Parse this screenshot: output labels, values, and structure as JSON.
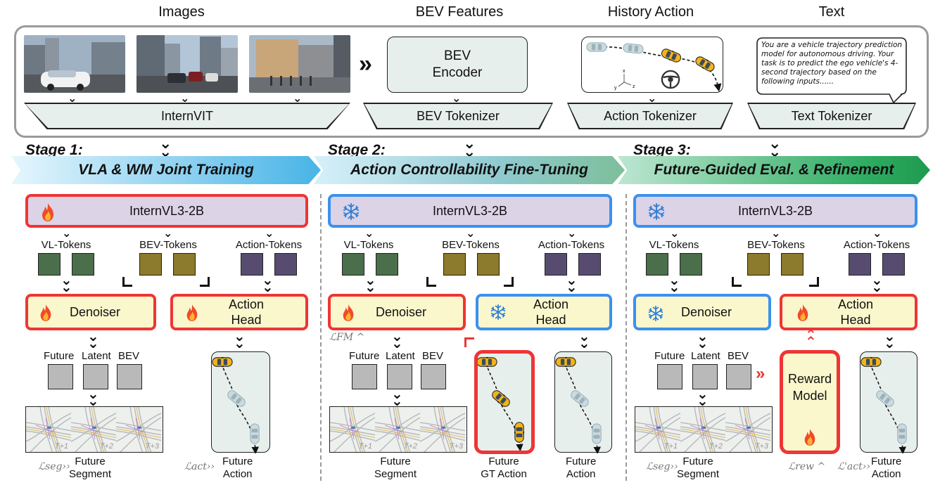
{
  "headers": {
    "images": "Images",
    "bev": "BEV Features",
    "history": "History Action",
    "text": "Text"
  },
  "top": {
    "internvit": "InternVIT",
    "bev_encoder_1": "BEV",
    "bev_encoder_2": "Encoder",
    "bev_tokenizer": "BEV Tokenizer",
    "action_tokenizer": "Action Tokenizer",
    "text_tokenizer": "Text Tokenizer",
    "prompt": "You are a vehicle trajectory prediction model for autonomous driving. Your task is to predict the ego vehicle's 4-second trajectory based on the following inputs......",
    "axis_x": "x",
    "axis_y": "y",
    "axis_z": "z",
    "arrow": "»"
  },
  "stages": [
    {
      "label": "Stage 1:",
      "title": "VLA & WM Joint Training",
      "vlm": "InternVL3-2B",
      "tokens": [
        "VL-Tokens",
        "BEV-Tokens",
        "Action-Tokens"
      ],
      "denoiser": "Denoiser",
      "head_1": "Action",
      "head_2": "Head",
      "latent": [
        "Future",
        "Latent",
        "BEV"
      ],
      "frames": [
        "T+1",
        "T+2",
        "T+3"
      ],
      "seg_loss": "ℒseg",
      "seg_1": "Future",
      "seg_2": "Segment",
      "act_loss": "ℒact",
      "act_1": "Future",
      "act_2": "Action",
      "vlm_state": "train",
      "denoiser_state": "train",
      "head_state": "train"
    },
    {
      "label": "Stage 2:",
      "title": "Action Controllability Fine-Tuning",
      "vlm": "InternVL3-2B",
      "tokens": [
        "VL-Tokens",
        "BEV-Tokens",
        "Action-Tokens"
      ],
      "denoiser": "Denoiser",
      "head_1": "Action",
      "head_2": "Head",
      "latent": [
        "Future",
        "Latent",
        "BEV"
      ],
      "frames": [
        "T+1",
        "T+2",
        "T+3"
      ],
      "fm_loss": "ℒFM",
      "seg_1": "Future",
      "seg_2": "Segment",
      "gt_1": "Future",
      "gt_2": "GT Action",
      "act_1": "Future",
      "act_2": "Action",
      "vlm_state": "frozen",
      "denoiser_state": "train",
      "head_state": "frozen"
    },
    {
      "label": "Stage 3:",
      "title": "Future-Guided Eval. & Refinement",
      "vlm": "InternVL3-2B",
      "tokens": [
        "VL-Tokens",
        "BEV-Tokens",
        "Action-Tokens"
      ],
      "denoiser": "Denoiser",
      "head_1": "Action",
      "head_2": "Head",
      "latent": [
        "Future",
        "Latent",
        "BEV"
      ],
      "frames": [
        "T+1",
        "T+2",
        "T+3"
      ],
      "seg_loss": "ℒseg",
      "seg_1": "Future",
      "seg_2": "Segment",
      "reward_1": "Reward",
      "reward_2": "Model",
      "rew_loss": "ℒrew",
      "act_loss": "ℒ'act",
      "act_1": "Future",
      "act_2": "Action",
      "vlm_state": "frozen",
      "denoiser_state": "frozen",
      "head_state": "train"
    }
  ],
  "colors": {
    "train_border": "#ef3535",
    "frozen_border": "#3b91ee",
    "vl_token": "#4b6e4b",
    "bev_token": "#8c7a2d",
    "action_token": "#574c70"
  },
  "icons": [
    "fire-icon",
    "snowflake-icon",
    "steering-wheel-icon",
    "car-icon"
  ]
}
